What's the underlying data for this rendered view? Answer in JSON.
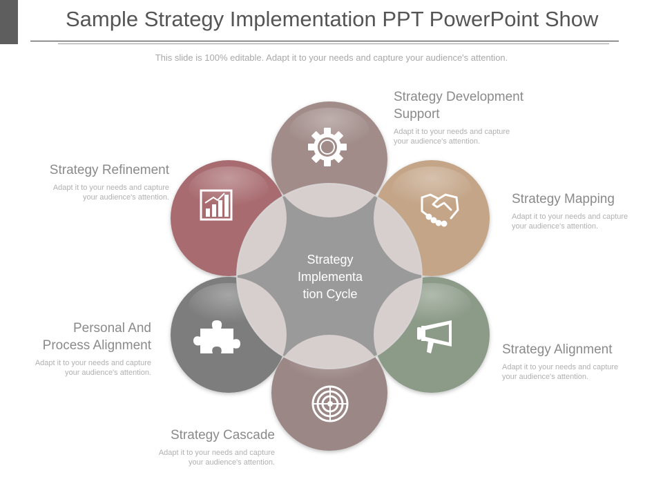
{
  "header": {
    "title": "Sample Strategy Implementation PPT PowerPoint Show",
    "subtitle": "This slide is 100% editable. Adapt it to your needs and capture your audience's attention."
  },
  "center": {
    "line1": "Strategy",
    "line2": "Implementa",
    "line3": "tion Cycle"
  },
  "segments": [
    {
      "title_line1": "Strategy Development",
      "title_line2": "Support",
      "desc_line1": "Adapt it to your needs and capture",
      "desc_line2": "your audience's attention.",
      "icon": "gear-icon",
      "color": "#a18c89"
    },
    {
      "title_line1": "Strategy Mapping",
      "desc_line1": "Adapt it to your needs and capture",
      "desc_line2": "your audience's attention.",
      "icon": "handshake-icon",
      "color": "#c4a588"
    },
    {
      "title_line1": "Strategy Alignment",
      "desc_line1": "Adapt it to your needs and capture",
      "desc_line2": "your audience's attention.",
      "icon": "megaphone-icon",
      "color": "#8c9a88"
    },
    {
      "title_line1": "Strategy Cascade",
      "desc_line1": "Adapt it to your needs and capture",
      "desc_line2": "your audience's attention.",
      "icon": "target-icon",
      "color": "#9b8785"
    },
    {
      "title_line1": "Personal And",
      "title_line2": "Process Alignment",
      "desc_line1": "Adapt it to your needs and capture",
      "desc_line2": "your audience's attention.",
      "icon": "puzzle-icon",
      "color": "#7d7d7d"
    },
    {
      "title_line1": "Strategy Refinement",
      "desc_line1": "Adapt it to your needs and capture",
      "desc_line2": "your audience's attention.",
      "icon": "bar-chart-icon",
      "color": "#a86c70"
    }
  ],
  "colors": {
    "center": "#9a9a9a",
    "overlap": "#ded4d4",
    "title_text": "#555555",
    "label_heading": "#8a8a8a"
  }
}
